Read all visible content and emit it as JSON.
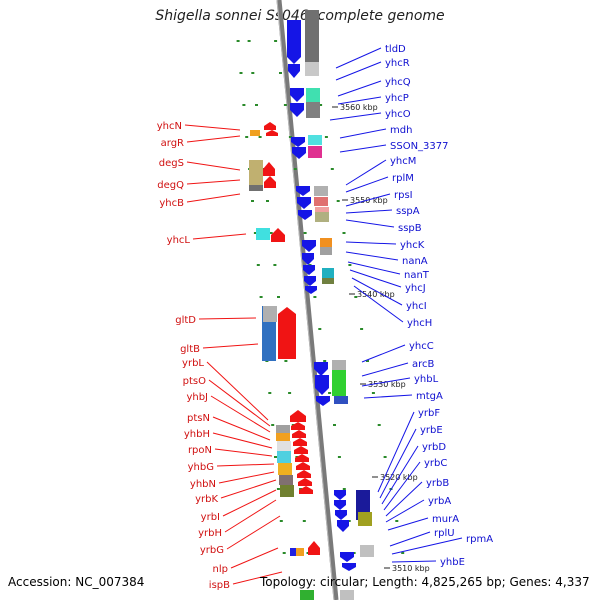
{
  "title": "Shigella sonnei Ss046, complete genome",
  "accession": "Accession: NC_007384",
  "summary": "Topology: circular; Length: 4,825,265 bp; Genes: 4,337",
  "colors": {
    "forward": "#1515e6",
    "reverse": "#f01414",
    "backbone": "#808080"
  },
  "tick_labels": [
    "3560 kbp",
    "3550 kbp",
    "3540 kbp",
    "3530 kbp",
    "3520 kbp",
    "3510 kbp"
  ],
  "forward_genes": [
    "tldD",
    "yhcR",
    "yhcQ",
    "yhcP",
    "yhcO",
    "mdh",
    "SSON_3377",
    "yhcM",
    "rplM",
    "rpsI",
    "sspA",
    "sspB",
    "yhcK",
    "nanA",
    "nanT",
    "yhcJ",
    "yhcI",
    "yhcH",
    "yhcC",
    "arcB",
    "yhbL",
    "mtgA",
    "yrbF",
    "yrbE",
    "yrbD",
    "yrbC",
    "yrbB",
    "yrbA",
    "murA",
    "rplU",
    "rpmA",
    "yhbE"
  ],
  "reverse_genes": [
    "yhcN",
    "argR",
    "degS",
    "degQ",
    "yhcB",
    "yhcL",
    "gltD",
    "gltB",
    "yrbL",
    "ptsO",
    "yhbJ",
    "ptsN",
    "yhbH",
    "rpoN",
    "yhbG",
    "yhbN",
    "yrbK",
    "yrbI",
    "yrbH",
    "yrbG",
    "nlp",
    "ispB"
  ]
}
